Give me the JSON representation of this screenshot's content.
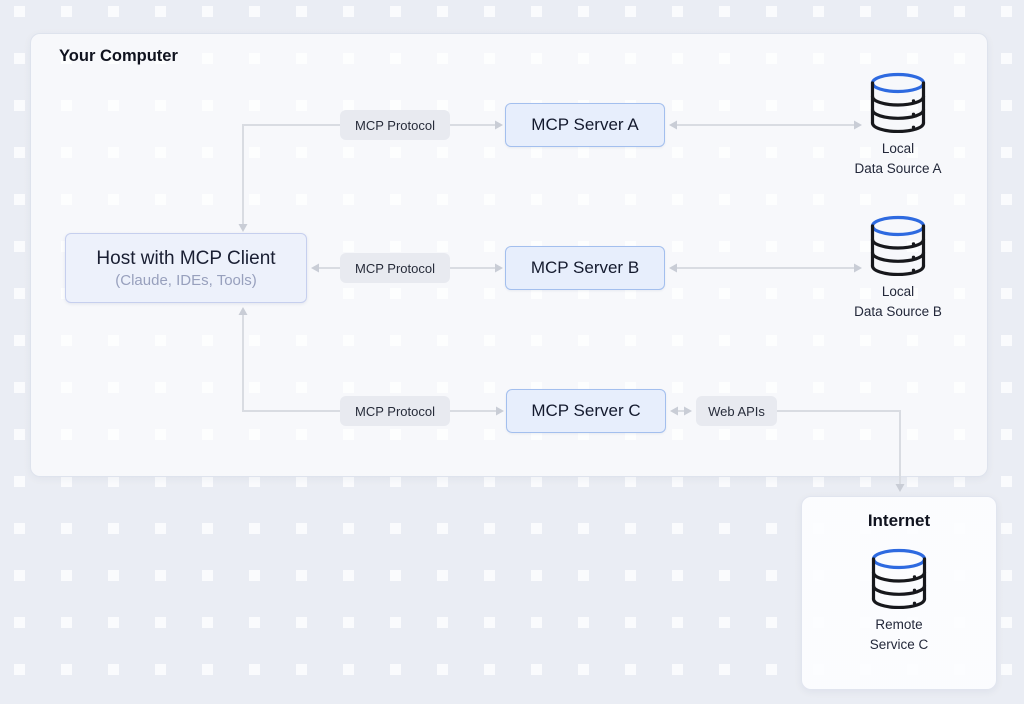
{
  "computer": {
    "label": "Your Computer"
  },
  "host": {
    "title": "Host with MCP Client",
    "subtitle": "(Claude, IDEs, Tools)"
  },
  "protocol_pills": {
    "a": "MCP Protocol",
    "b": "MCP Protocol",
    "c": "MCP Protocol"
  },
  "web_apis_pill": "Web APIs",
  "servers": {
    "a": "MCP Server A",
    "b": "MCP Server B",
    "c": "MCP Server C"
  },
  "data_sources": {
    "a": [
      "Local",
      "Data Source A"
    ],
    "b": [
      "Local",
      "Data Source B"
    ]
  },
  "internet": {
    "label": "Internet",
    "service": [
      "Remote",
      "Service C"
    ]
  },
  "colors": {
    "accent_blue": "#2e6ae0",
    "node_fill": "#e7eefc",
    "node_border": "#a3bfee",
    "pill_fill": "#e8eaf0",
    "arrow": "#d9dce2",
    "ink": "#17181c"
  }
}
